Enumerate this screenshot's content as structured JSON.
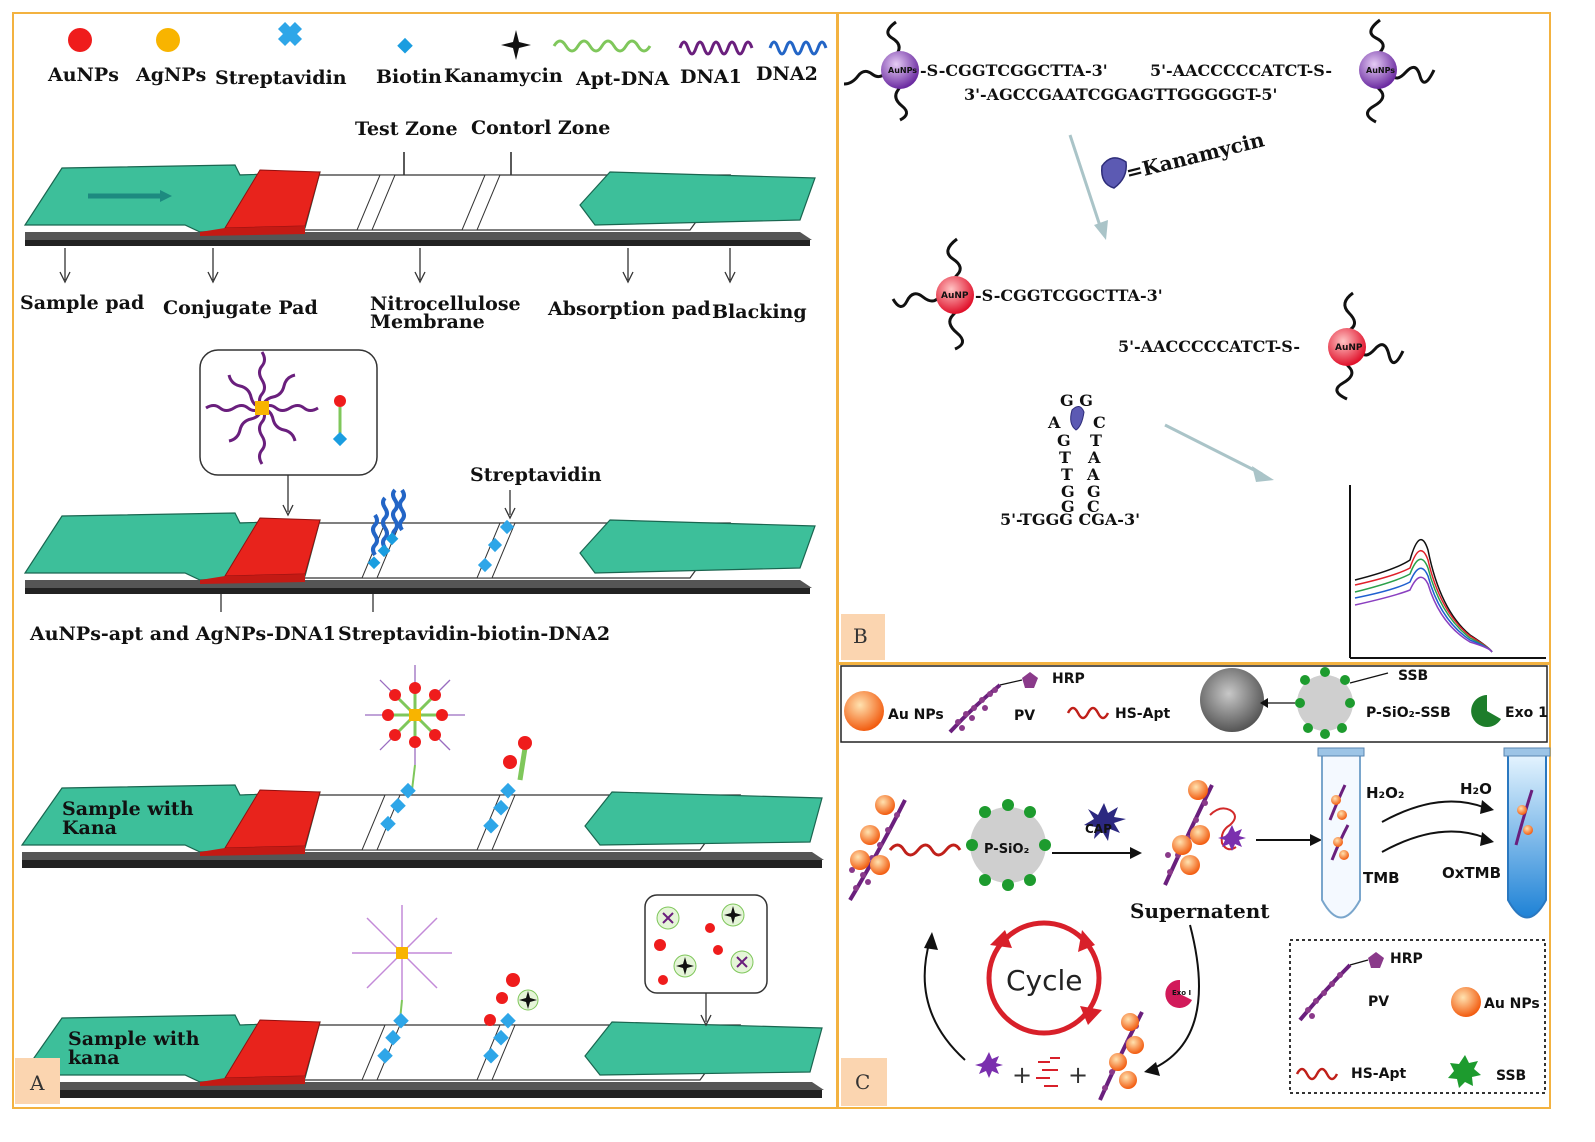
{
  "panel_a": {
    "legend": {
      "aunps": "AuNPs",
      "agnps": "AgNPs",
      "streptavidin": "Streptavidin",
      "biotin": "Biotin",
      "kanamycin": "Kanamycin",
      "apt_dna": "Apt-DNA",
      "dna1": "DNA1",
      "dna2": "DNA2"
    },
    "zones": {
      "test": "Test Zone",
      "control": "Contorl Zone"
    },
    "strip_parts": {
      "sample_pad": "Sample pad",
      "conjugate_pad": "Conjugate Pad",
      "nitro1": "Nitrocellulose",
      "nitro2": "Membrane",
      "absorption_pad": "Absorption pad",
      "backing": "Blacking"
    },
    "strip2": {
      "streptavidin": "Streptavidin",
      "left_label": "AuNPs-apt and AgNPs-DNA1",
      "right_label": "Streptavidin-biotin-DNA2"
    },
    "strip3": {
      "line1": "Sample with",
      "line2": "Kana"
    },
    "strip4": {
      "line1": "Sample with",
      "line2": "kana"
    },
    "panel_label": "A"
  },
  "panel_b": {
    "seq_left": "-S-CGGTCGGCTTA-3'",
    "seq_right": "5'-AACCCCCATCT-S-",
    "seq_comp": "3'-AGCCGAATCGGAGTTGGGGGT-5'",
    "np1": "AuNPs",
    "np2": "AuNPs",
    "np3": "AuNP",
    "np4": "AuNP",
    "kanamycin": "=Kanamycin",
    "seq_left2": "-S-CGGTCGGCTTA-3'",
    "seq_right2": "5'-AACCCCCATCT-S-",
    "hairpin": {
      "top": "G G",
      "a": "A",
      "c": "C",
      "left": [
        "G",
        "T",
        "T",
        "G",
        "G"
      ],
      "right": [
        "T",
        "A",
        "A",
        "G",
        "C"
      ],
      "bottom": "5'-TGGG CGA-3'"
    },
    "panel_label": "B"
  },
  "panel_c": {
    "legend": {
      "au_nps": "Au NPs",
      "pv": "PV",
      "hrp": "HRP",
      "hs_apt": "HS-Apt",
      "ssb": "SSB",
      "psio2_ssb": "P-SiO₂-SSB",
      "exo1": "Exo 1"
    },
    "psio2": "P-SiO₂",
    "cap": "CAP",
    "supernatent": "Supernatent",
    "h2o2": "H₂O₂",
    "h2o": "H₂O",
    "tmb": "TMB",
    "oxtmb": "OxTMB",
    "cycle": "Cycle",
    "exo": "Exo I",
    "legend2": {
      "hrp": "HRP",
      "pv": "PV",
      "au_nps": "Au NPs",
      "hs_apt": "HS-Apt",
      "ssb": "SSB"
    },
    "panel_label": "C"
  },
  "colors": {
    "strip": "#3dbf9a",
    "conjugate": "#e8231c",
    "panel_border": "#f3b240",
    "label_box": "#fbd5b0"
  }
}
